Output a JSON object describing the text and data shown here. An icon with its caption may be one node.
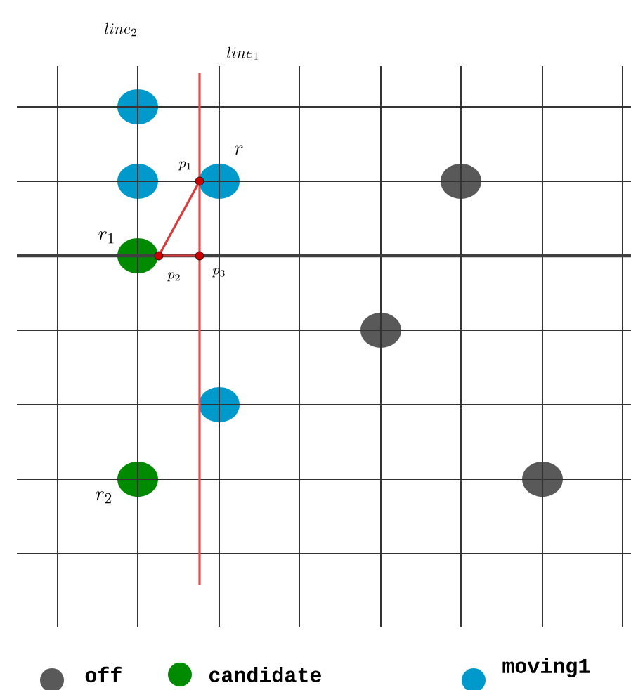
{
  "diagram": {
    "nodes": [
      {
        "text": [],
        "shape": "circle"
      },
      {
        "text": [],
        "shape": "circle"
      },
      {
        "text": [],
        "shape": "circle",
        "beside": [
          "p_1"
        ]
      },
      {
        "text": [],
        "shape": "circle",
        "beside": [
          "r"
        ]
      },
      {
        "text": [],
        "shape": "circle"
      },
      {
        "text": [],
        "shape": "circle",
        "beside": [
          "r_1"
        ]
      },
      {
        "text": [],
        "shape": "circle",
        "beside": [
          "p_2"
        ]
      },
      {
        "text": [],
        "shape": "circle",
        "beside": [
          "p_3"
        ]
      },
      {
        "text": [],
        "shape": "circle"
      },
      {
        "text": [],
        "shape": "circle"
      },
      {
        "text": [],
        "shape": "circle",
        "beside": [
          "r_2"
        ]
      },
      {
        "text": [],
        "shape": "circle"
      }
    ],
    "edges": [
      {
        "from": 2,
        "to": 6,
        "arrow": "none"
      },
      {
        "from": 6,
        "to": 7,
        "arrow": "none"
      }
    ],
    "labels": [
      "line_2",
      "line_1"
    ],
    "legend": [
      {
        "text": "off",
        "color": "#595959"
      },
      {
        "text": "candidate",
        "color": "#008a00"
      },
      {
        "text": "moving1",
        "color": "#0099cc"
      }
    ]
  }
}
